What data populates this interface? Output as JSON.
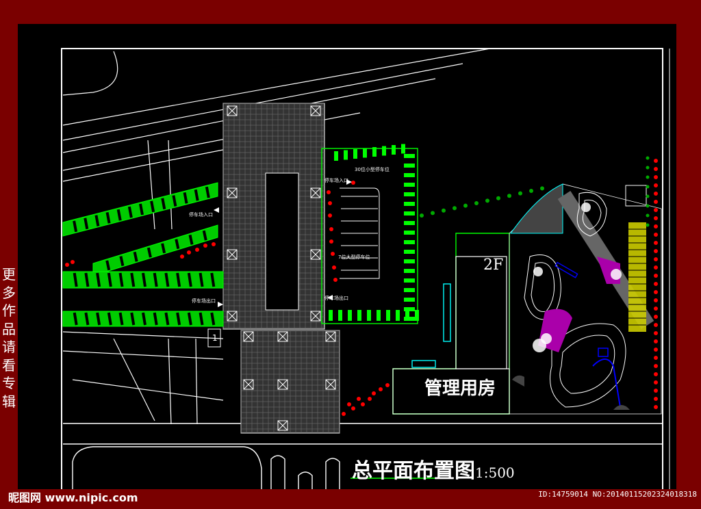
{
  "side_note": "更多作品请看专辑",
  "watermark": {
    "site": "昵图网 www.nipic.com",
    "id_text": "ID:14759014 NO:20140115202324018318"
  },
  "plan": {
    "title": "总平面布置图",
    "title_suffix": "1:500",
    "building_label": "管理用房",
    "floors_label": "2F",
    "parking_entry_label": "停车场入口",
    "parking_exit_label": "停车场出口",
    "east_entry_label": "停车场入口",
    "east_exit_label": "停车场出口",
    "small_parking_label": "30位小型停车位",
    "large_parking_label": "7位大型停车位",
    "gate_number": "1"
  },
  "colors": {
    "page_bg": "#7a0000",
    "cad_bg": "#000000",
    "line": "#ffffff",
    "green": "#00ff00",
    "red": "#ff0000",
    "cyan": "#00ffff",
    "magenta": "#ff00ff",
    "yellow": "#ffff00"
  }
}
